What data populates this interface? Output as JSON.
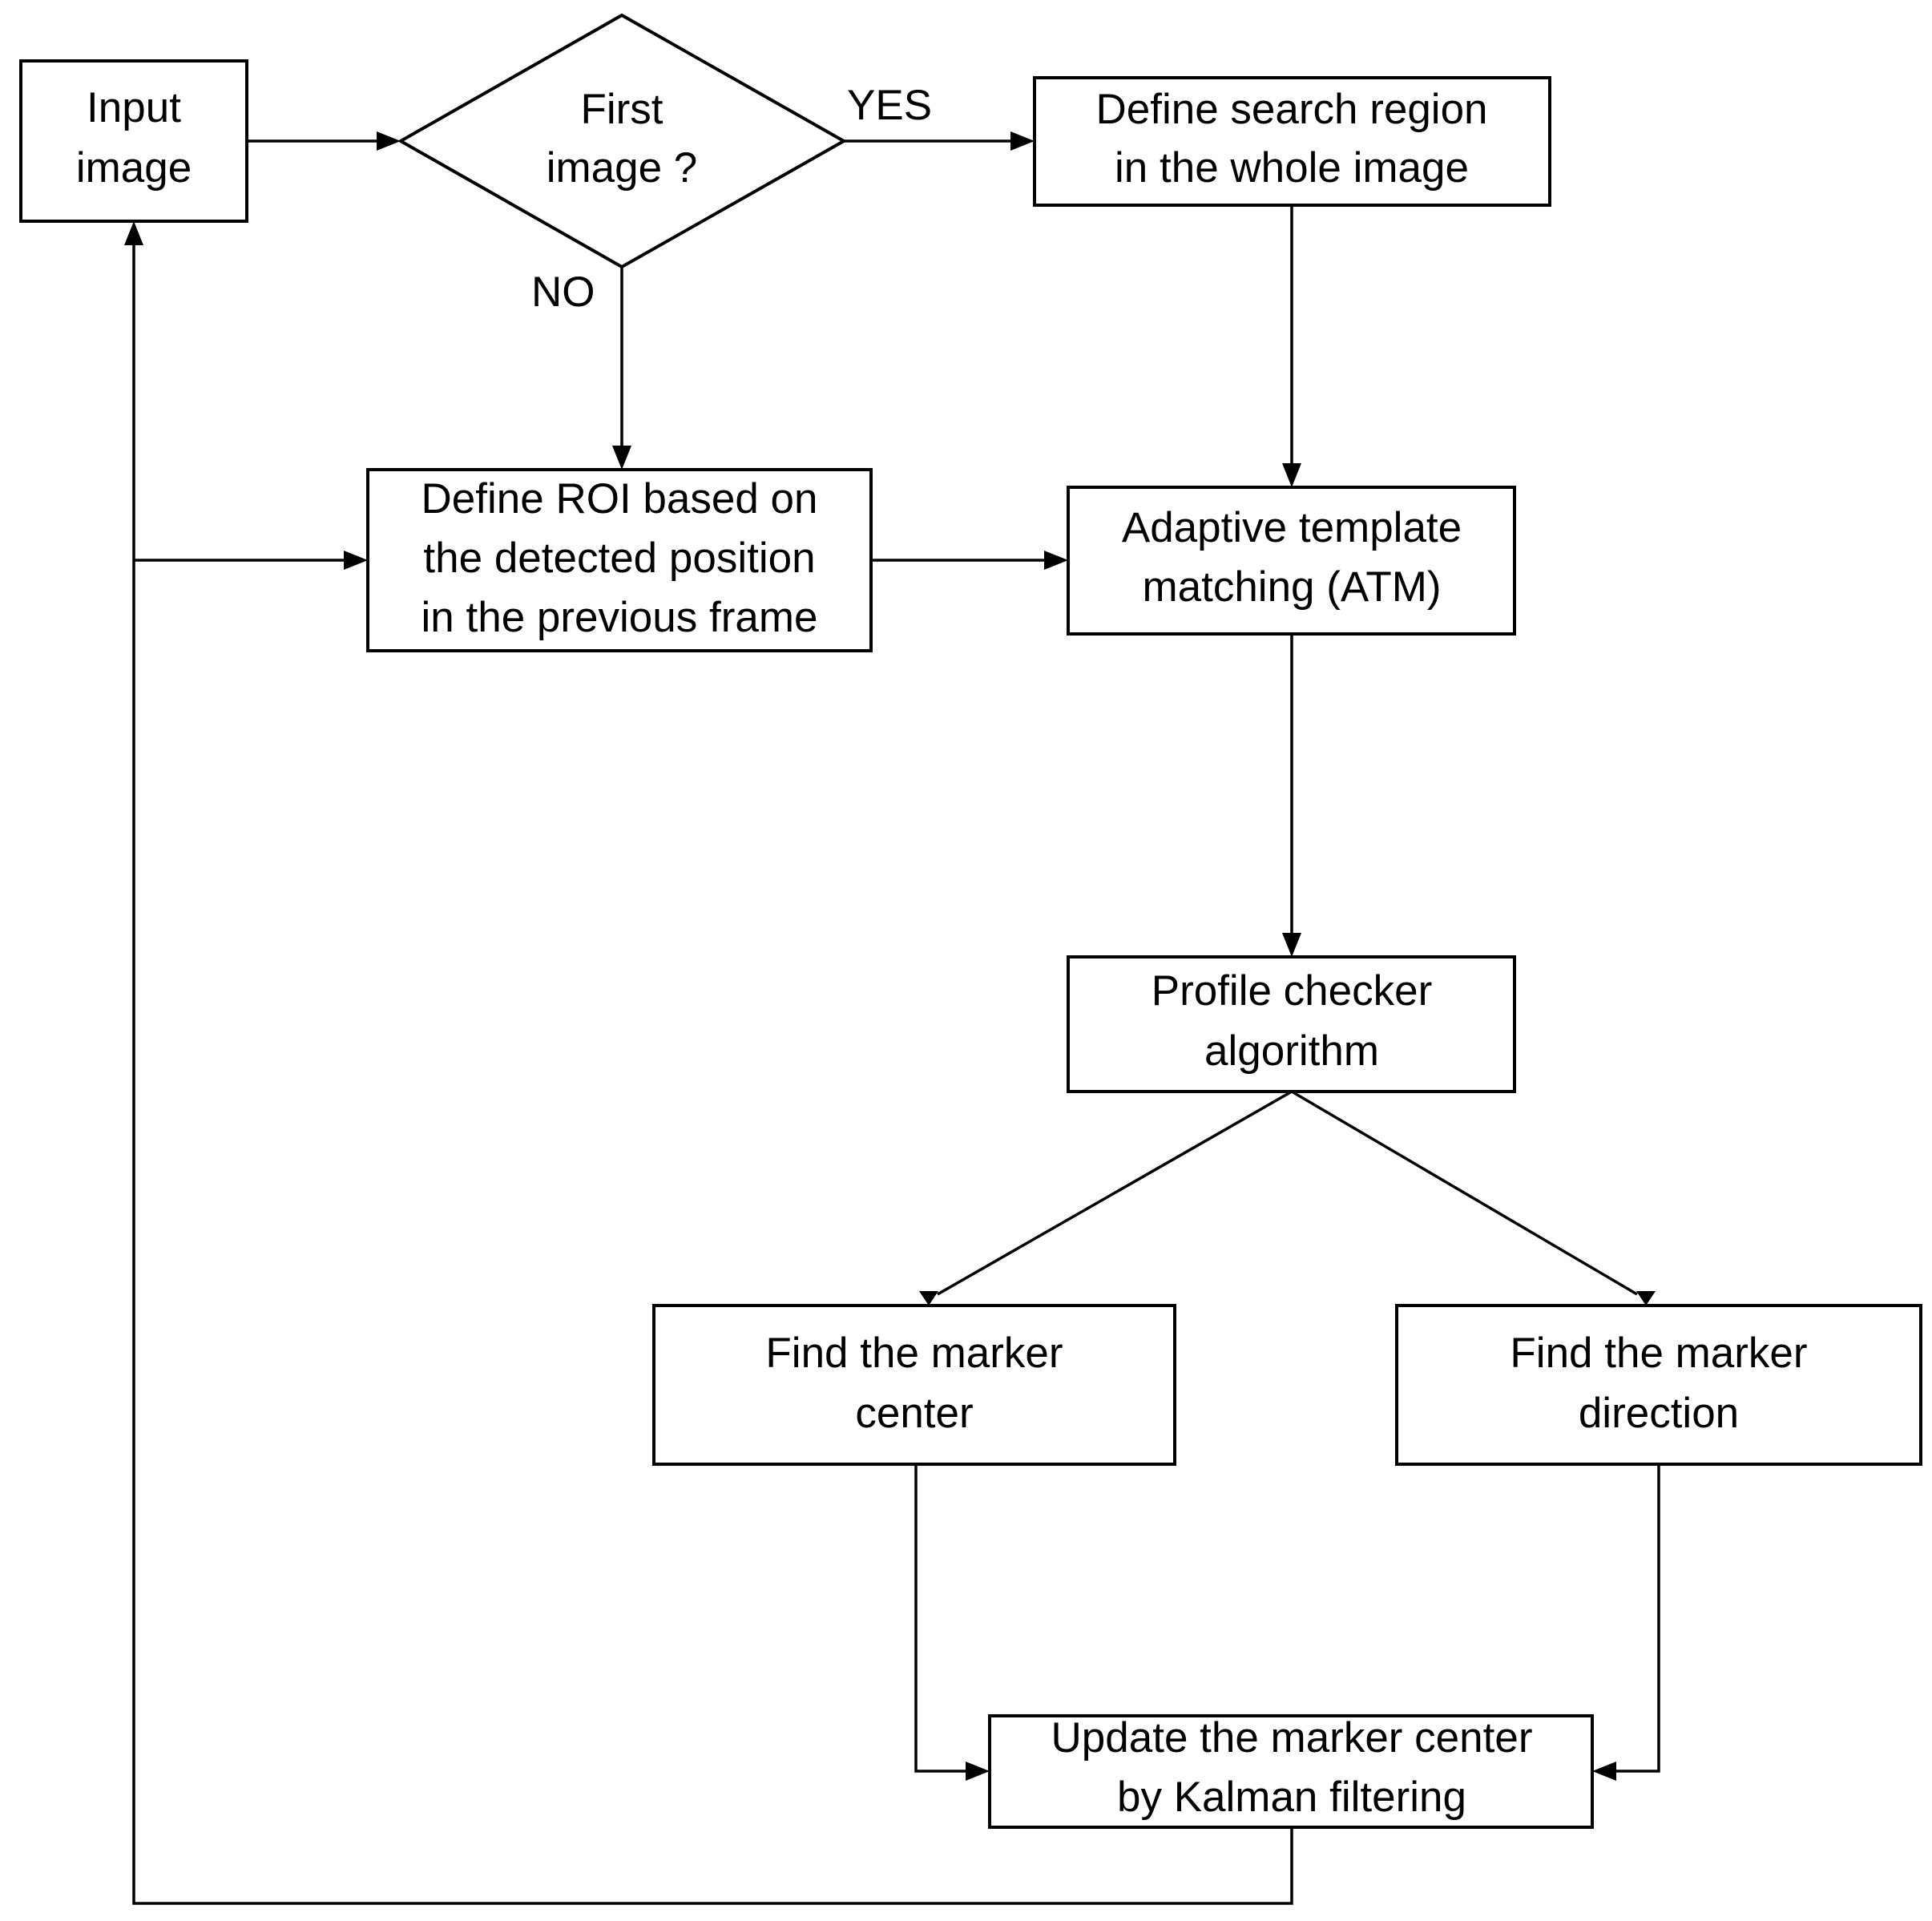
{
  "nodes": {
    "input_image": {
      "lines": [
        "Input",
        "image"
      ]
    },
    "first_image": {
      "lines": [
        "First",
        "image ?"
      ]
    },
    "define_search": {
      "lines": [
        "Define search region",
        "in the whole image"
      ]
    },
    "define_roi": {
      "lines": [
        "Define ROI based on",
        "the detected position",
        "in the previous frame"
      ]
    },
    "atm": {
      "lines": [
        "Adaptive template",
        "matching (ATM)"
      ]
    },
    "profile_checker": {
      "lines": [
        "Profile checker",
        "algorithm"
      ]
    },
    "marker_center": {
      "lines": [
        "Find the marker",
        "center"
      ]
    },
    "marker_direction": {
      "lines": [
        "Find the marker",
        "direction"
      ]
    },
    "kalman": {
      "lines": [
        "Update the marker center",
        "by Kalman filtering"
      ]
    }
  },
  "edge_labels": {
    "yes": "YES",
    "no": "NO"
  },
  "colors": {
    "stroke": "#000000",
    "background": "#ffffff"
  }
}
